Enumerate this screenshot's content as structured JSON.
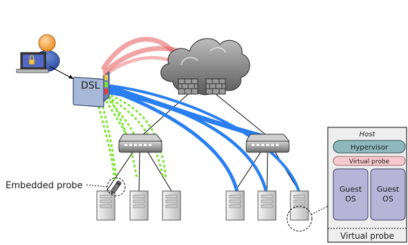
{
  "labels": {
    "dsl": "DSL",
    "embedded_probe": "Embedded probe",
    "host_title": "Host",
    "hypervisor": "Hypervisor",
    "virtual_probe_box": "Virtual probe",
    "guest_os": [
      "Guest",
      "OS"
    ],
    "virtual_probe_caption": "Virtual probe"
  },
  "icons": {
    "user": "user-with-padlock-icon",
    "cloud": "cloud-icon",
    "firewall": "firewall-icon",
    "switch": "switch-icon",
    "server": "server-icon",
    "probe": "probe-icon"
  },
  "colors": {
    "dsl_book": "#a8b8d8",
    "dsl_book_dark": "#6c82b0",
    "red_links": "#e85a5a",
    "green_links": "#6ee01a",
    "blue_links": "#2a7ff0",
    "hypervisor_fill": "#8fb8bd",
    "vprobe_fill": "#f7c9cd",
    "guest_fill": "#b7b4d8",
    "host_fill": "#eeeeee"
  }
}
